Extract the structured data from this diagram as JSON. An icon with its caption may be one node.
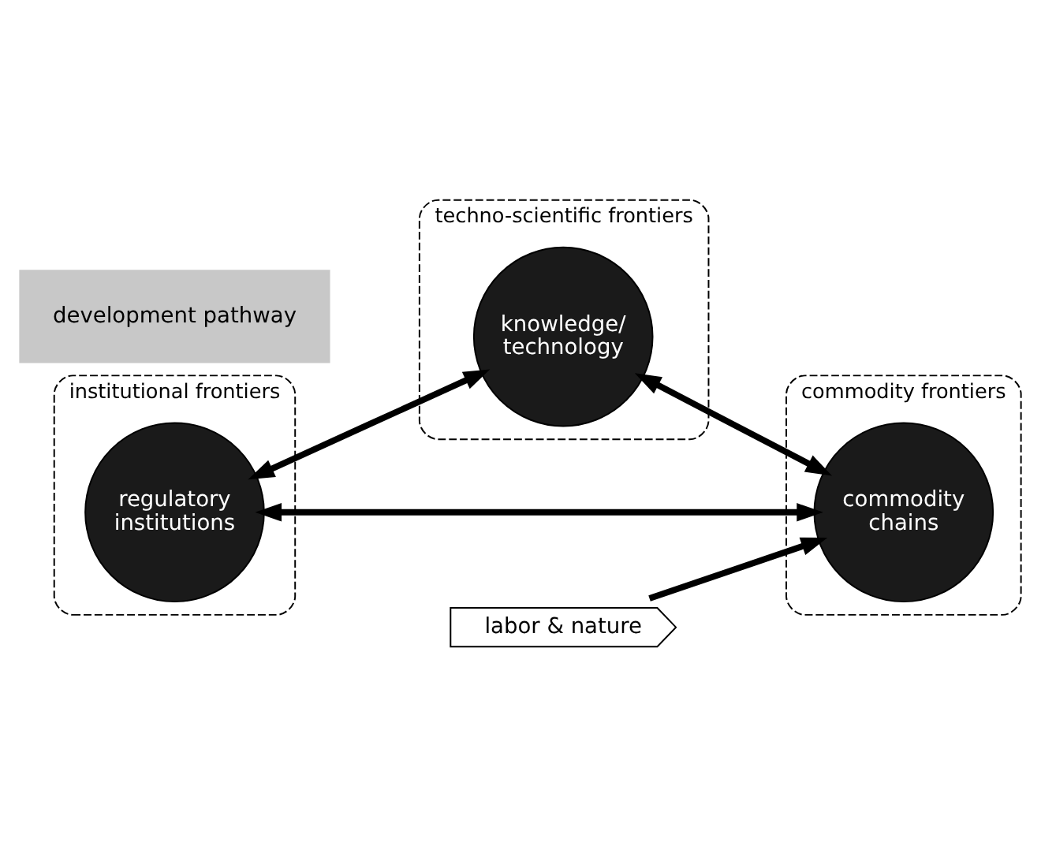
{
  "diagram": {
    "nodes": [
      {
        "text": [
          "institutional frontiers"
        ]
      },
      {
        "text": [
          "regulatory institutions"
        ],
        "in": 0
      },
      {
        "text": [
          "techno-scientific frontiers"
        ]
      },
      {
        "text": [
          "knowledge/ technology"
        ],
        "in": 2
      },
      {
        "text": [
          "commodity frontiers"
        ]
      },
      {
        "text": [
          "commodity chains"
        ],
        "in": 4
      },
      {
        "text": [
          "development pathway"
        ]
      },
      {
        "text": [
          "labor & nature"
        ]
      }
    ],
    "edges": [
      {
        "from": 1,
        "to": 3,
        "arrow": "both"
      },
      {
        "from": 1,
        "to": 5,
        "arrow": "both"
      },
      {
        "from": 3,
        "to": 5,
        "arrow": "both"
      },
      {
        "from": 7,
        "to": 5,
        "arrow": "to"
      }
    ]
  }
}
